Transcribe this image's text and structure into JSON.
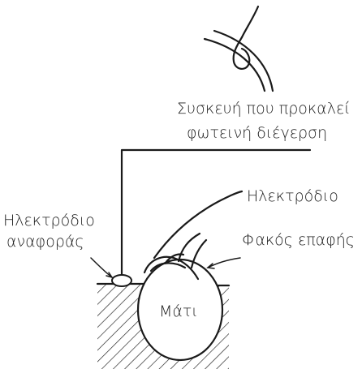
{
  "labels": {
    "light_device_line1": "Συσκευή που προκαλεί",
    "light_device_line2": "φωτεινή διέγερση",
    "electrode": "Ηλεκτρόδιο",
    "reference_electrode_line1": "Ηλεκτρόδιο",
    "reference_electrode_line2": "αναφοράς",
    "contact_lens": "Φακός επαφής",
    "eye": "Μάτι"
  },
  "colors": {
    "ink": "#1a1a1a",
    "background": "#ffffff"
  },
  "icons": {
    "light_source": "light-bulb-icon"
  }
}
